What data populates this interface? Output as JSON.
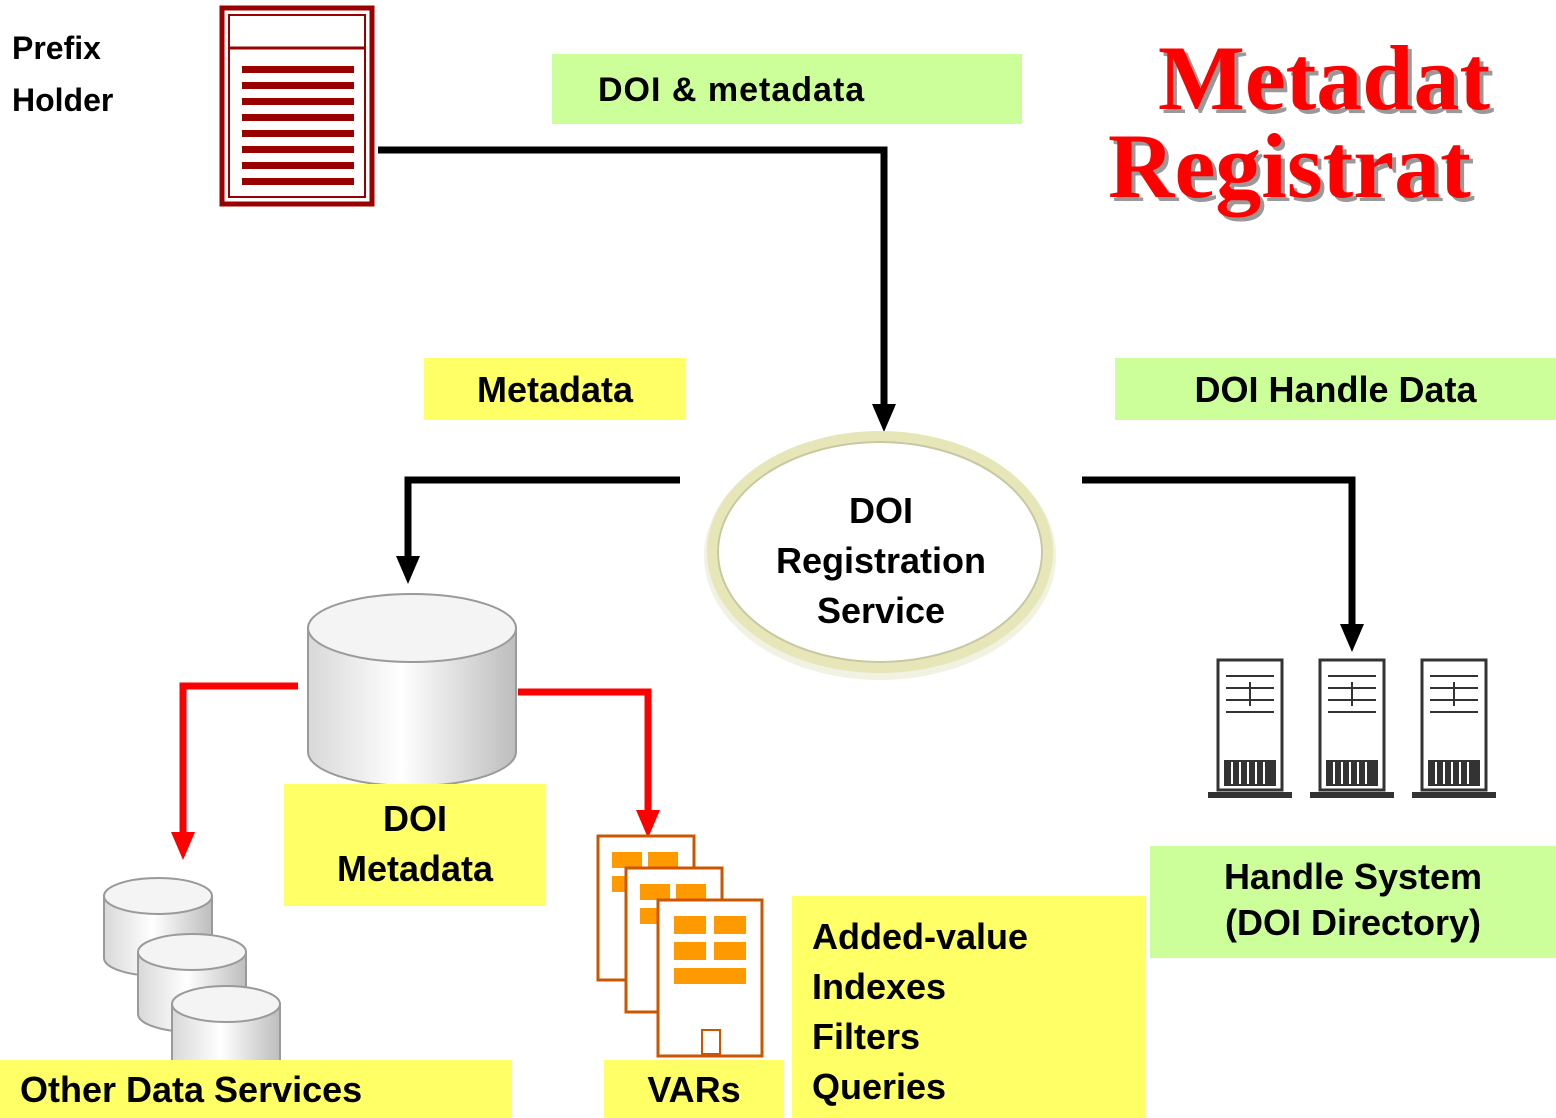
{
  "title": {
    "line1": "Metadat",
    "line2": "Registrat"
  },
  "labels": {
    "prefix_holder": [
      "Prefix",
      "Holder"
    ],
    "doi_metadata_flow": "DOI & metadata",
    "metadata_flow": "Metadata",
    "doi_handle_data": "DOI Handle Data",
    "registration_service": [
      "DOI",
      "Registration",
      "Service"
    ],
    "doi_metadata_store": [
      "DOI",
      "Metadata"
    ],
    "handle_system": [
      "Handle System",
      "(DOI Directory)"
    ],
    "added_value": [
      "Added-value",
      "Indexes",
      "Filters",
      "Queries"
    ],
    "vars": "VARs",
    "other_data_services": "Other Data Services"
  },
  "icons": {
    "prefix_holder": "document-icon",
    "database": "database-icon",
    "other_dbs": "database-stack-icon",
    "vars": "document-stack-icon",
    "servers": "server-rack-icon"
  },
  "colors": {
    "title": "#ff0000",
    "green_label": "#ccff99",
    "yellow_label": "#ffff66",
    "red_arrow": "#ff0000",
    "doc_red": "#990000",
    "orange": "#ff9900"
  }
}
